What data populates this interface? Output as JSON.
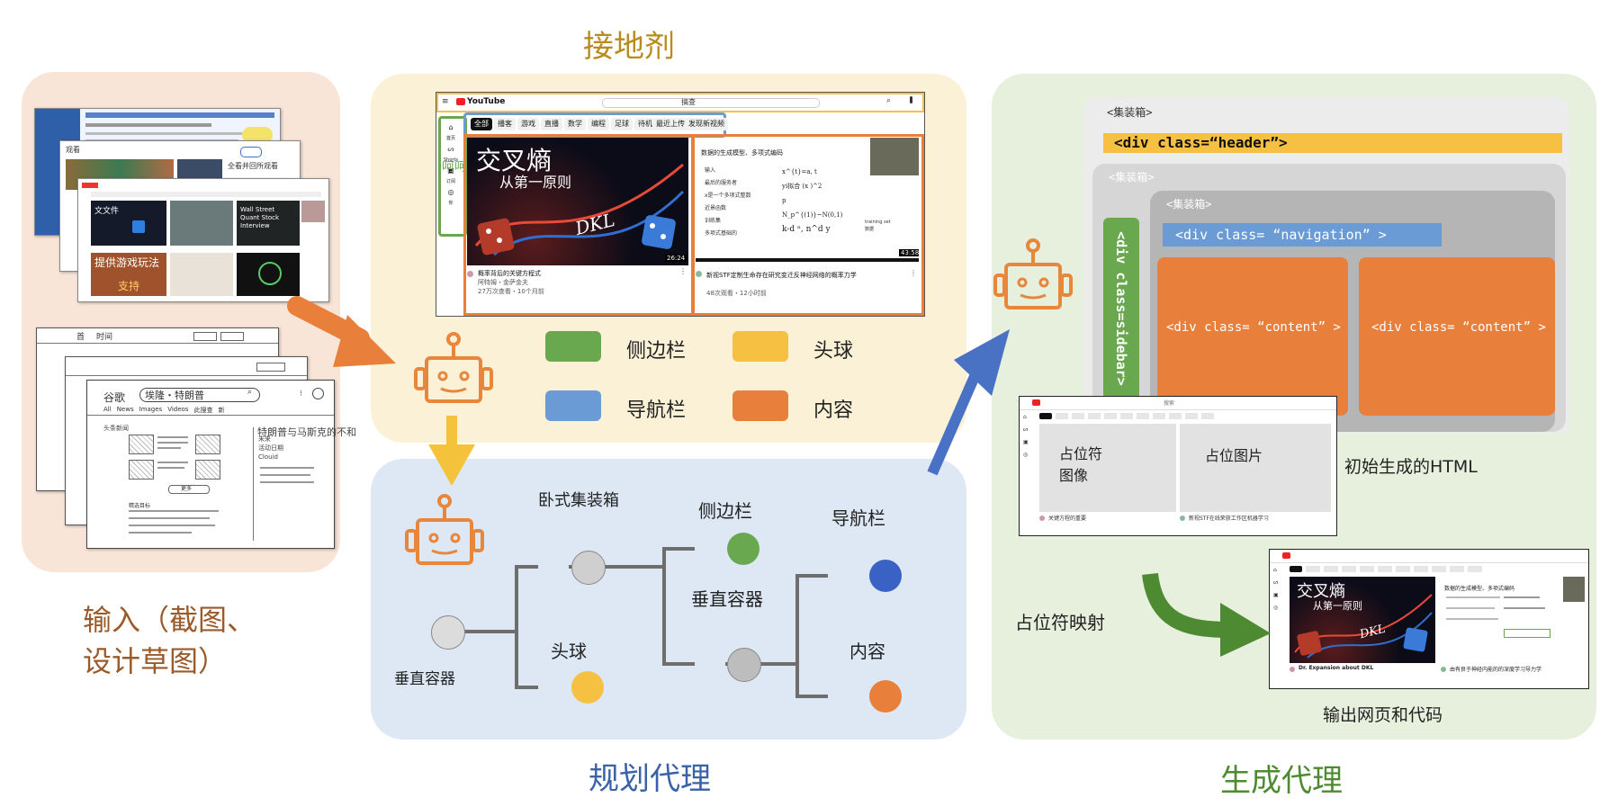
{
  "colors": {
    "input_panel": "#f8e5d8",
    "grounding_panel": "#fbf1d6",
    "planning_panel": "#dde8f4",
    "generation_panel": "#e6f0dc",
    "sidebar": "#6aa84f",
    "header": "#f6c142",
    "navigation": "#6a9bd5",
    "content": "#e8803c",
    "robot": "#e8863c",
    "arrow_orange": "#e8803c",
    "arrow_yellow": "#f4c33b",
    "arrow_blue": "#4a72c4",
    "arrow_green": "#4e8a31"
  },
  "input": {
    "caption_line1": "输入（截图、",
    "caption_line2": "设计草图）",
    "sketch_logo": "谷歌",
    "sketch_search": "埃隆・特朗普",
    "sketch_tabs": [
      "All",
      "News",
      "Images",
      "Videos",
      "此搜查",
      "新"
    ],
    "sketch_side_text": "特朗普与马斯克的不和",
    "sketch_hint": "头条新闻",
    "sketch_side_words": [
      "未来",
      "活动日期",
      "Clouid"
    ],
    "sketch_more": "更多",
    "sketch_news": "精选目标",
    "sketch_top_left": "首",
    "sketch_top_right": "时间",
    "shot2_left": "观看",
    "shot2_right": "全看并回所观看",
    "shot3_channel_text": "文文件",
    "shot3_video_title": "Wall Street Quant Stock Interview",
    "shot3_bottom_title1": "提供游戏玩法",
    "shot3_bottom_title2": "支持"
  },
  "grounding": {
    "title": "接地剂",
    "yt_logo": "YouTube",
    "yt_search": "搞查",
    "yt_chips": [
      "全部",
      "播客",
      "游戏",
      "直播",
      "数学",
      "编程",
      "足球",
      "待机",
      "最近上传",
      "发现新视频"
    ],
    "side_labels": [
      "首页",
      "Shorts",
      "订阅",
      "你"
    ],
    "side_overlay": "呵呵",
    "video1": {
      "title_cn": "交叉熵",
      "subtitle_cn": "从第一原则",
      "formula": "DKL",
      "duration": "26:24",
      "caption": "概率背后的关键方程式",
      "channel": "阿特姆・金萨金夫",
      "stats": "27万次查看・10个月前"
    },
    "video2": {
      "header": "数据的生成模型、多项式编码",
      "rows": [
        "输入",
        "最后的服务者",
        "x是一个多项式整数",
        "近景函数",
        "训练集",
        "多项式基础的"
      ],
      "math_rows": [
        "x^{t}=a, t",
        "yi拟合 (x )^2",
        "p",
        "N_p^{(1)}~N(0,1)",
        "k-d ⁿ, n^d y"
      ],
      "side_notes": [
        "training set",
        "数据"
      ],
      "duration": "43:58",
      "caption": "新视STF定制生命存在研究变迁反神经网络的概率力学",
      "stats": "48次观看・12小时前"
    },
    "legend": [
      {
        "label": "侧边栏",
        "color": "#6aa84f"
      },
      {
        "label": "头球",
        "color": "#f6c142"
      },
      {
        "label": "导航栏",
        "color": "#6a9bd5"
      },
      {
        "label": "内容",
        "color": "#e8803c"
      }
    ]
  },
  "planning": {
    "title": "规划代理",
    "labels": {
      "root": "垂直容器",
      "horizontal": "卧式集装箱",
      "sidebar": "侧边栏",
      "header": "头球",
      "vertical": "垂直容器",
      "navigation": "导航栏",
      "content": "内容"
    }
  },
  "generation": {
    "title": "生成代理",
    "container_label": "<集装箱>",
    "header_code": "<div class=“header”>",
    "sidebar_code": "<div class=sidebar>",
    "navigation_code": "<div class= “navigation” >",
    "content_code": "<div class= “content” >",
    "placeholder_image_line1": "占位符",
    "placeholder_image_line2": "图像",
    "placeholder_picture": "占位图片",
    "initial_html": "初始生成的HTML",
    "placeholder_mapping": "占位符映射",
    "output_caption": "输出网页和代码",
    "init_search": "搜索",
    "init_caption1": "关键方程的重要",
    "init_caption2": "新视STF在线荣获工作区机器学习",
    "out_caption1": "Dr. Expansion about DKL",
    "out_caption2": "由有良于神经内能的的深度学习导力学"
  }
}
